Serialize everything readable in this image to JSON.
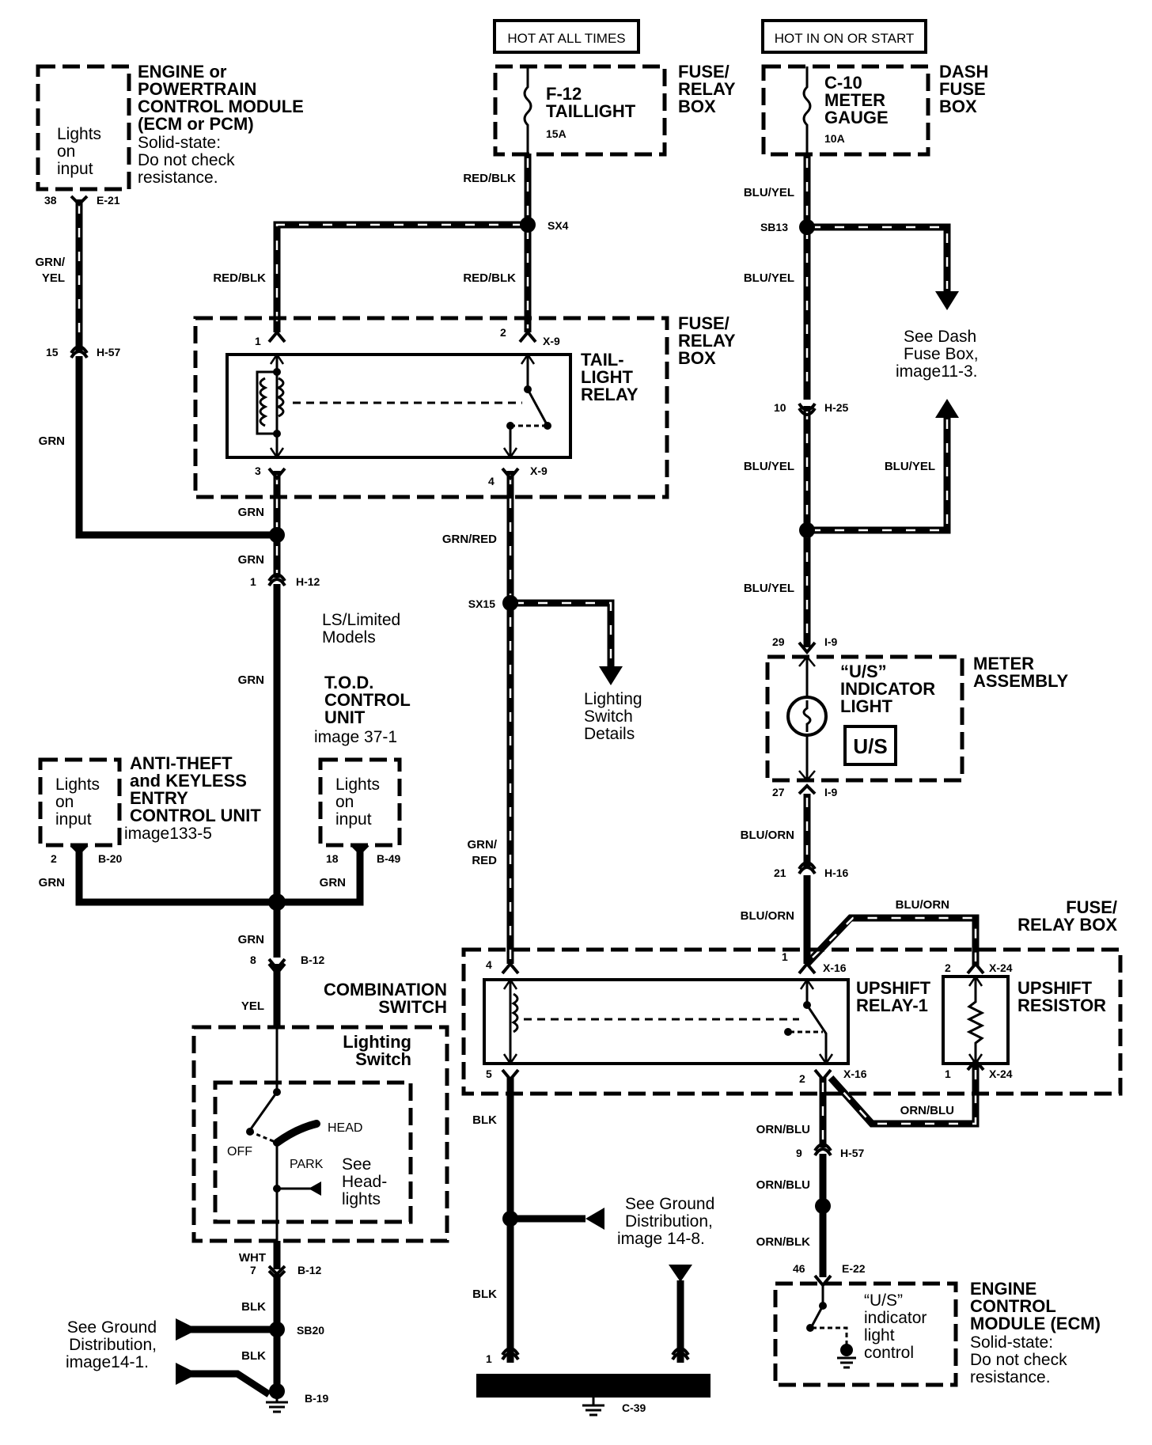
{
  "header_boxes": {
    "hot_at_all_times": "HOT AT ALL TIMES",
    "hot_in_on_or_start": "HOT IN ON OR START"
  },
  "components": {
    "ecm_pcm": {
      "title_lines": [
        "ENGINE or",
        "POWERTRAIN",
        "CONTROL MODULE",
        "(ECM or PCM)"
      ],
      "note_lines": [
        "Solid-state:",
        "Do not check",
        "resistance."
      ],
      "inner_lines": [
        "Lights",
        "on",
        "input"
      ],
      "pin": "38",
      "connector": "E-21"
    },
    "fuse_f12": {
      "id": "F-12",
      "name": "TAILLIGHT",
      "rating": "15A",
      "box_lines": [
        "FUSE/",
        "RELAY",
        "BOX"
      ]
    },
    "fuse_c10": {
      "id": "C-10",
      "name_lines": [
        "METER",
        "GAUGE"
      ],
      "rating": "10A",
      "box_lines": [
        "DASH",
        "FUSE",
        "BOX"
      ]
    },
    "taillight_relay": {
      "title_lines": [
        "TAIL-",
        "LIGHT",
        "RELAY"
      ],
      "box_lines": [
        "FUSE/",
        "RELAY",
        "BOX"
      ],
      "pins": [
        "1",
        "2",
        "3",
        "4"
      ],
      "connector_top": "X-9",
      "connector_bottom": "X-9"
    },
    "see_dash_fuse": {
      "lines": [
        "See Dash",
        "Fuse Box,",
        "image11-3."
      ]
    },
    "tod_unit": {
      "model_lines": [
        "LS/Limited",
        "Models"
      ],
      "title_lines": [
        "T.O.D.",
        "CONTROL",
        "UNIT"
      ],
      "ref": "image 37-1",
      "inner_lines": [
        "Lights",
        "on",
        "input"
      ],
      "pin": "18",
      "connector": "B-49"
    },
    "lighting_details": {
      "lines": [
        "Lighting",
        "Switch",
        "Details"
      ]
    },
    "meter_assembly": {
      "title_lines": [
        "METER",
        "ASSEMBLY"
      ],
      "light_lines": [
        "“U/S”",
        "INDICATOR",
        "LIGHT"
      ],
      "badge": "U/S",
      "pin_top": "29",
      "conn_top": "I-9",
      "pin_bottom": "27",
      "conn_bottom": "I-9"
    },
    "anti_theft": {
      "title_lines": [
        "ANTI-THEFT",
        "and KEYLESS",
        "ENTRY",
        "CONTROL UNIT"
      ],
      "ref": "image133-5",
      "inner_lines": [
        "Lights",
        "on",
        "input"
      ],
      "pin": "2",
      "connector": "B-20"
    },
    "combination_switch": {
      "title_lines": [
        "COMBINATION",
        "SWITCH"
      ],
      "sub_lines": [
        "Lighting",
        "Switch"
      ],
      "positions": [
        "OFF",
        "PARK",
        "HEAD"
      ],
      "see_lines": [
        "See",
        "Head-",
        "lights"
      ]
    },
    "upshift_relay": {
      "title_lines": [
        "UPSHIFT",
        "RELAY-1"
      ],
      "box_lines": [
        "FUSE/",
        "RELAY BOX"
      ],
      "pins": [
        "4",
        "1",
        "5",
        "2"
      ],
      "connector_top": "X-16",
      "connector_bottom": "X-16"
    },
    "upshift_resistor": {
      "title_lines": [
        "UPSHIFT",
        "RESISTOR"
      ],
      "pin_top": "2",
      "conn_top": "X-24",
      "pin_bottom": "1",
      "conn_bottom": "X-24"
    },
    "ground_left": {
      "lines": [
        "See Ground",
        "Distribution,",
        "image14-1."
      ],
      "splice": "SB20",
      "ground": "B-19"
    },
    "ground_mid": {
      "lines": [
        "See Ground",
        "Distribution,",
        "image 14-8."
      ],
      "pin": "1",
      "ground": "C-39"
    },
    "ecm": {
      "title_lines": [
        "ENGINE",
        "CONTROL",
        "MODULE (ECM)"
      ],
      "note_lines": [
        "Solid-state:",
        "Do not check",
        "resistance."
      ],
      "inner_lines": [
        "“U/S”",
        "indicator",
        "light",
        "control"
      ],
      "pin": "46",
      "connector": "E-22"
    }
  },
  "wires": {
    "red_blk": "RED/BLK",
    "blu_yel": "BLU/YEL",
    "grn_yel": [
      "GRN/",
      "YEL"
    ],
    "grn": "GRN",
    "grn_red": "GRN/RED",
    "grn_red_split": [
      "GRN/",
      "RED"
    ],
    "blu_orn": "BLU/ORN",
    "orn_blu": "ORN/BLU",
    "orn_blk": "ORN/BLK",
    "yel": "YEL",
    "wht": "WHT",
    "blk": "BLK"
  },
  "splices": {
    "sx4": "SX4",
    "sb13": "SB13",
    "sx15": "SX15"
  },
  "connectors": {
    "h57_left": {
      "pin": "15",
      "id": "H-57"
    },
    "h25": {
      "pin": "10",
      "id": "H-25"
    },
    "h12": {
      "pin": "1",
      "id": "H-12"
    },
    "h16": {
      "pin": "21",
      "id": "H-16"
    },
    "b12_top": {
      "pin": "8",
      "id": "B-12"
    },
    "b12_bottom": {
      "pin": "7",
      "id": "B-12"
    },
    "h57_right": {
      "pin": "9",
      "id": "H-57"
    }
  }
}
